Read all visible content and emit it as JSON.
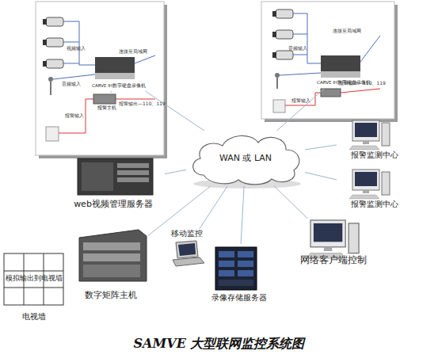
{
  "diagram": {
    "caption": "SAMVE 大型联网监控系统图",
    "nodes": [
      {
        "text": [
          "WAN 或 LAN"
        ]
      },
      {
        "text": [
          "CARVE IH数字硬盘录像机"
        ]
      },
      {
        "text": [
          "报警主机"
        ]
      },
      {
        "text": [
          "CARVE IH数字硬盘录像机"
        ]
      },
      {
        "text": [
          "报警监测中心"
        ]
      },
      {
        "text": [
          "报警监测中心"
        ]
      },
      {
        "text": [
          "web视频管理服务器"
        ]
      },
      {
        "text": [
          "移动监控"
        ]
      },
      {
        "text": [
          "网络客户端控制"
        ]
      },
      {
        "text": [
          "模拟输出到电视墙",
          "电视墙"
        ]
      },
      {
        "text": [
          "数字矩阵主机"
        ]
      },
      {
        "text": [
          "录像存储服务器"
        ]
      }
    ],
    "edges": [
      {
        "from": 1,
        "to": 0,
        "arrow": "none"
      },
      {
        "from": 3,
        "to": 0,
        "arrow": "none"
      },
      {
        "from": 2,
        "to": 1,
        "arrow": "none"
      },
      {
        "from": 6,
        "to": 0,
        "arrow": "none"
      },
      {
        "from": 7,
        "to": 0,
        "arrow": "none"
      },
      {
        "from": 10,
        "to": 0,
        "arrow": "none"
      },
      {
        "from": 11,
        "to": 0,
        "arrow": "none"
      },
      {
        "from": 4,
        "to": 0,
        "arrow": "none"
      },
      {
        "from": 5,
        "to": 0,
        "arrow": "none"
      },
      {
        "from": 8,
        "to": 0,
        "arrow": "none"
      }
    ],
    "labels": [
      "视频输入",
      "音频输入",
      "连接至局域网",
      "报警输入",
      "报警输出—110、119",
      "连接至局域网",
      "音频输入",
      "报警输入",
      "报警输出—110、119"
    ]
  }
}
